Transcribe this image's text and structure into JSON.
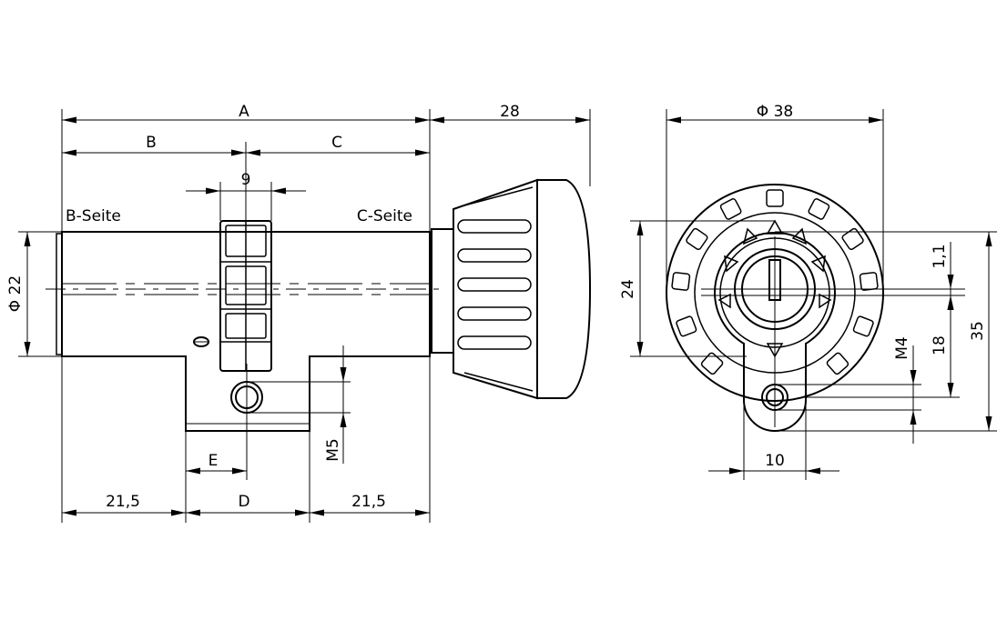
{
  "labels": {
    "a": "A",
    "b": "B",
    "c": "C",
    "nine": "9",
    "twenty_eight": "28",
    "b_side": "B-Seite",
    "c_side": "C-Seite",
    "dia_22": "Φ 22",
    "m5": "M5",
    "e": "E",
    "left_21_5": "21,5",
    "d": "D",
    "right_21_5": "21,5",
    "dia_38": "Φ 38",
    "twenty_four": "24",
    "one_one": "1,1",
    "m4": "M4",
    "eighteen": "18",
    "thirty_five": "35",
    "ten": "10"
  }
}
